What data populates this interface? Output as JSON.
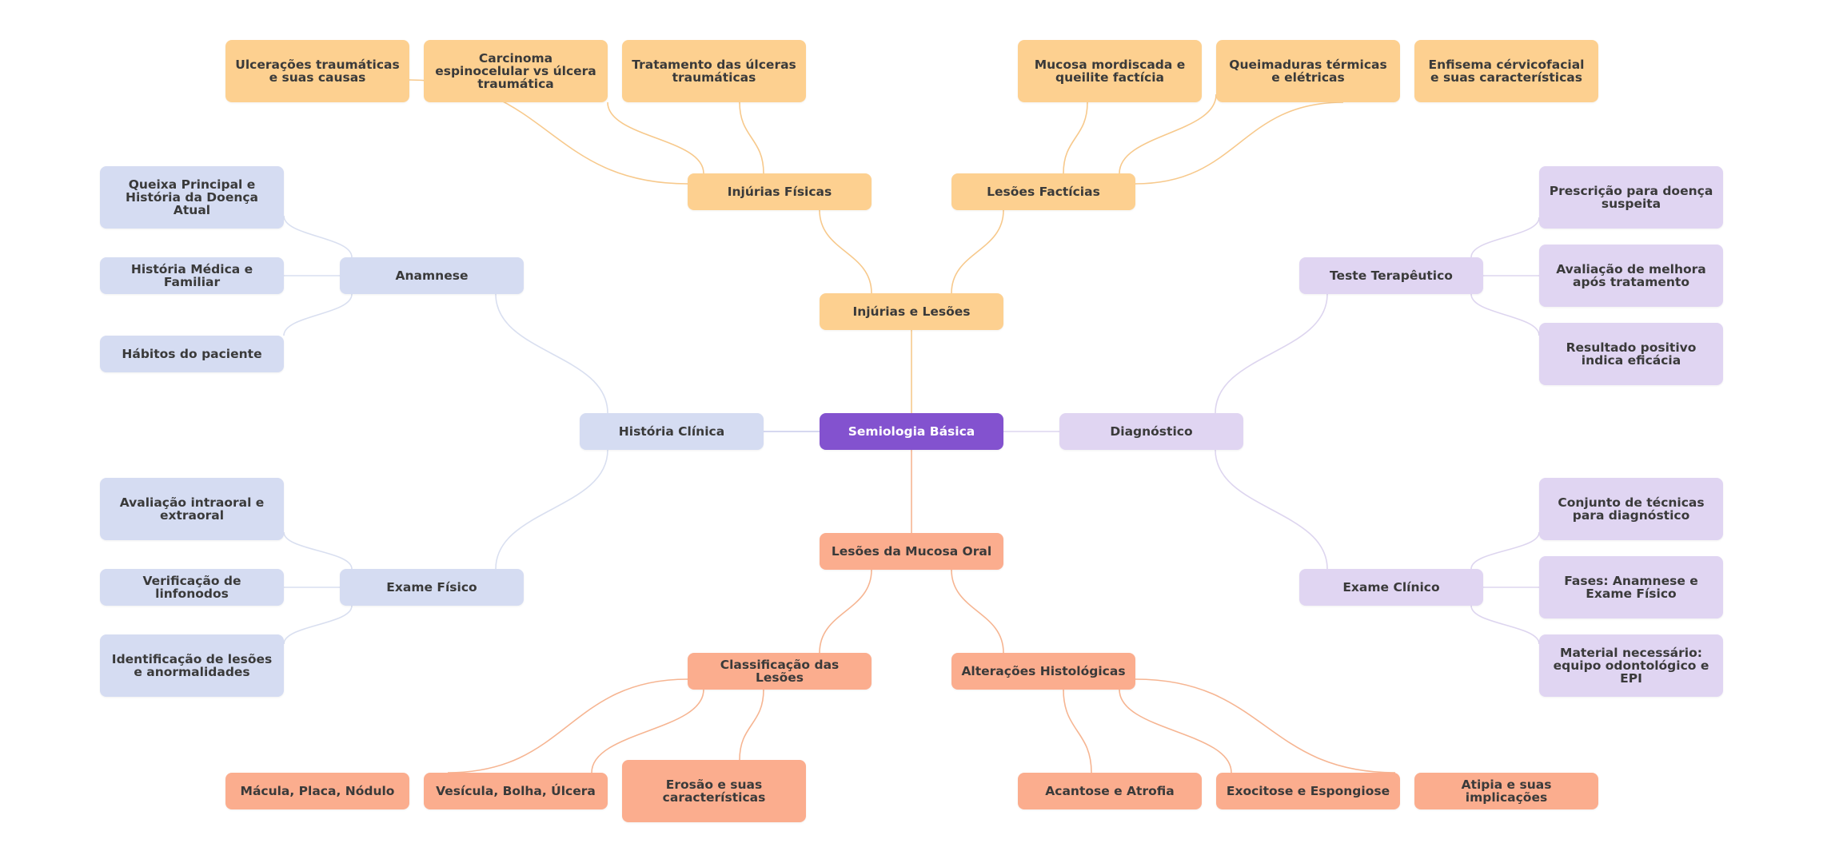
{
  "colors": {
    "root": "#8352cf",
    "injurias": "#fdd090",
    "injurias_line": "#f7c98c",
    "historia": "#d5dcf2",
    "historia_line": "#d9dff0",
    "diagnostico": "#e0d5f2",
    "diagnostico_line": "#ddd5ef",
    "mucosa": "#fbad8e",
    "mucosa_line": "#f6b592",
    "root_line": "#c9ccec"
  },
  "nodes": {
    "root": "Semiologia Básica",
    "injurias": "Injúrias e Lesões",
    "inj_fisicas": "Injúrias Físicas",
    "inj_f1": "Ulcerações traumáticas e suas causas",
    "inj_f2": "Carcinoma espinocelular vs úlcera traumática",
    "inj_f3": "Tratamento das úlceras traumáticas",
    "les_facticias": "Lesões Factícias",
    "les_f1": "Mucosa mordiscada e queilite factícia",
    "les_f2": "Queimaduras térmicas e elétricas",
    "les_f3": "Enfisema cérvicofacial e suas características",
    "historia": "História Clínica",
    "anamnese": "Anamnese",
    "an1": "Queixa Principal e História da Doença Atual",
    "an2": "História Médica e Familiar",
    "an3": "Hábitos do paciente",
    "exame_fisico": "Exame Físico",
    "ef1": "Avaliação intraoral e extraoral",
    "ef2": "Verificação de linfonodos",
    "ef3": "Identificação de lesões e anormalidades",
    "diagnostico": "Diagnóstico",
    "teste": "Teste Terapêutico",
    "tt1": "Prescrição para doença suspeita",
    "tt2": "Avaliação de melhora após tratamento",
    "tt3": "Resultado positivo indica eficácia",
    "exame_clinico": "Exame Clínico",
    "ec1": "Conjunto de técnicas para diagnóstico",
    "ec2": "Fases: Anamnese e Exame Físico",
    "ec3": "Material necessário: equipo odontológico e EPI",
    "mucosa": "Lesões da Mucosa Oral",
    "classificacao": "Classificação das Lesões",
    "cl1": "Mácula, Placa, Nódulo",
    "cl2": "Vesícula, Bolha, Úlcera",
    "cl3": "Erosão e suas características",
    "alteracoes": "Alterações Histológicas",
    "al1": "Acantose e Atrofia",
    "al2": "Exocitose e Espongiose",
    "al3": "Atipia e suas implicações"
  }
}
